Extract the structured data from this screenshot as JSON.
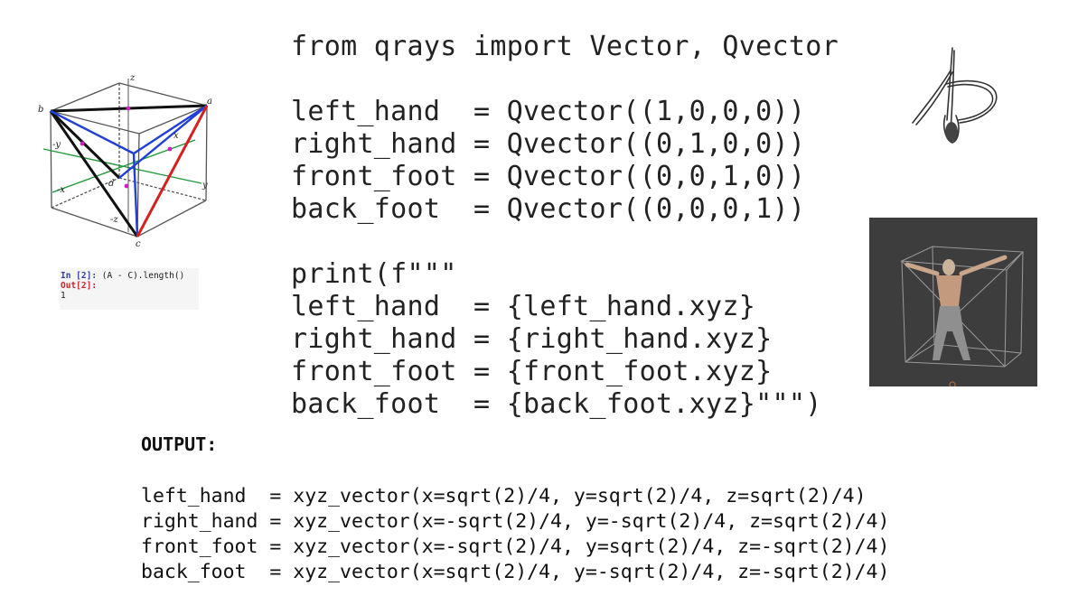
{
  "code": {
    "import_line": "from qrays import Vector, Qvector",
    "assign_lines": [
      "left_hand  = Qvector((1,0,0,0))",
      "right_hand = Qvector((0,1,0,0))",
      "front_foot = Qvector((0,0,1,0))",
      "back_foot  = Qvector((0,0,0,1))"
    ],
    "print_lines": [
      "print(f\"\"\"",
      "left_hand  = {left_hand.xyz}",
      "right_hand = {right_hand.xyz}",
      "front_foot = {front_foot.xyz}",
      "back_foot  = {back_foot.xyz}\"\"\")"
    ]
  },
  "output": {
    "heading": "OUTPUT:",
    "lines": [
      "left_hand  = xyz_vector(x=sqrt(2)/4, y=sqrt(2)/4, z=sqrt(2)/4)",
      "right_hand = xyz_vector(x=-sqrt(2)/4, y=-sqrt(2)/4, z=sqrt(2)/4)",
      "front_foot = xyz_vector(x=-sqrt(2)/4, y=sqrt(2)/4, z=-sqrt(2)/4)",
      "back_foot  = xyz_vector(x=sqrt(2)/4, y=-sqrt(2)/4, z=-sqrt(2)/4)"
    ]
  },
  "cube_diagram": {
    "labels": {
      "z": "z",
      "a": "a",
      "b": "b",
      "x": "x",
      "neg_y": "-y",
      "neg_x": "-x",
      "y": "y",
      "d": "d",
      "neg_z": "-z",
      "c": "c"
    },
    "colors": {
      "black": "#111111",
      "blue": "#1f3fd6",
      "red": "#d62020",
      "green": "#1f9a3a",
      "magenta": "#d020c0"
    }
  },
  "notebook": {
    "in_prompt": "In [2]:",
    "in_code": " (A - C).length()",
    "out_prompt": "Out[2]:",
    "result": "1"
  },
  "logo": {
    "icon": "artistic-logo-icon"
  },
  "render": {
    "icon": "figure-in-cube-render",
    "background": "#3d3d3d"
  }
}
